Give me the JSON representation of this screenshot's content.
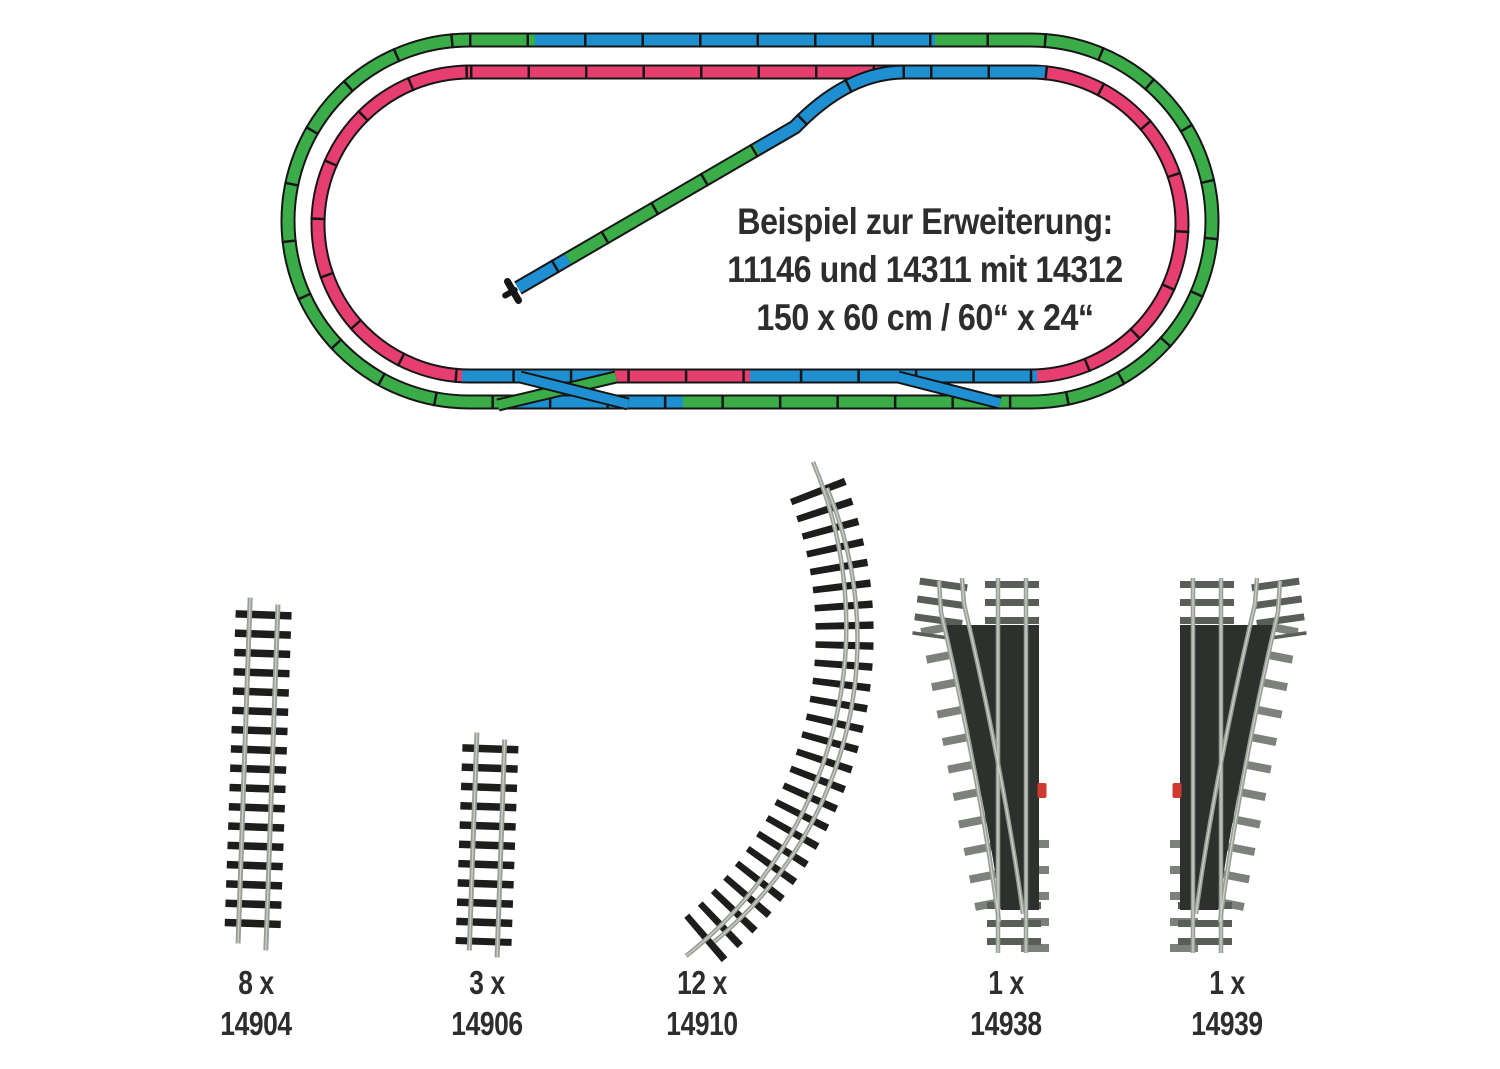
{
  "title_block": {
    "line1": "Beispiel zur Erweiterung:",
    "line2": "11146 und 14311 mit 14312",
    "line3": "150 x 60 cm / 60“ x 24“"
  },
  "items": [
    {
      "qty": "8 x",
      "number": "14904",
      "piece": "straight-track-long"
    },
    {
      "qty": "3 x",
      "number": "14906",
      "piece": "straight-track-short"
    },
    {
      "qty": "12 x",
      "number": "14910",
      "piece": "curved-track"
    },
    {
      "qty": "1 x",
      "number": "14938",
      "piece": "turnout-left"
    },
    {
      "qty": "1 x",
      "number": "14939",
      "piece": "turnout-right"
    }
  ],
  "colors": {
    "green": "#3aad49",
    "blue": "#1e8fd1",
    "pink": "#e73e70",
    "outline": "#161616",
    "text": "#2b2d2e",
    "rail_gray": "#999e95",
    "rail_light": "#cdd1c9",
    "tie_black": "#1d1d1b",
    "tie_gray": "#5a5e58",
    "nub_gray": "#7d817b",
    "body_dark": "#2e302e",
    "lever_red": "#cf3a30"
  }
}
